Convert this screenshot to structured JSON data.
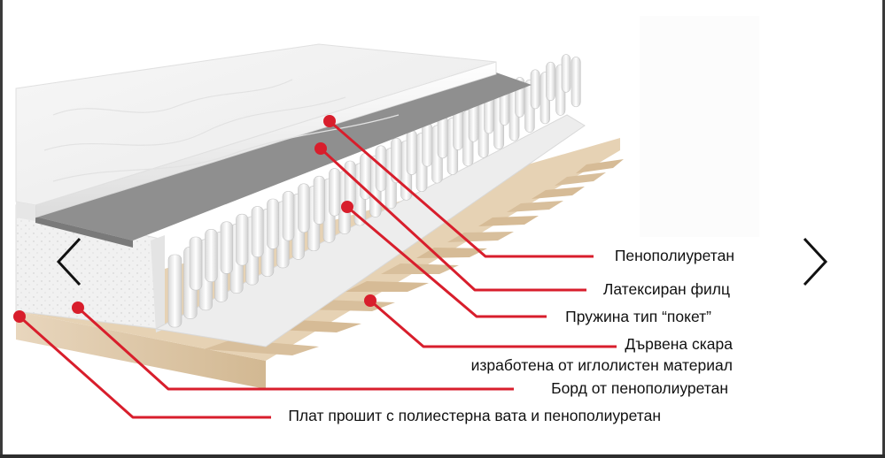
{
  "slider": {
    "prev_icon": "chevron-left-icon",
    "next_icon": "chevron-right-icon"
  },
  "colors": {
    "callout": "#d81e2c",
    "text": "#111111"
  },
  "layers": [
    {
      "id": "pu-foam",
      "label": "Пенополиуретан"
    },
    {
      "id": "latex-felt",
      "label": "Латексиран филц"
    },
    {
      "id": "pocket-spring",
      "label": "Пружина тип “покет”"
    },
    {
      "id": "wood-slats",
      "label_line1": "Дървена скара",
      "label_line2": "изработена от иглолистен материал"
    },
    {
      "id": "pu-border",
      "label": "Борд от пенополиуретан"
    },
    {
      "id": "fabric",
      "label": "Плат прошит с полиестерна вата и пенополиуретан"
    }
  ]
}
